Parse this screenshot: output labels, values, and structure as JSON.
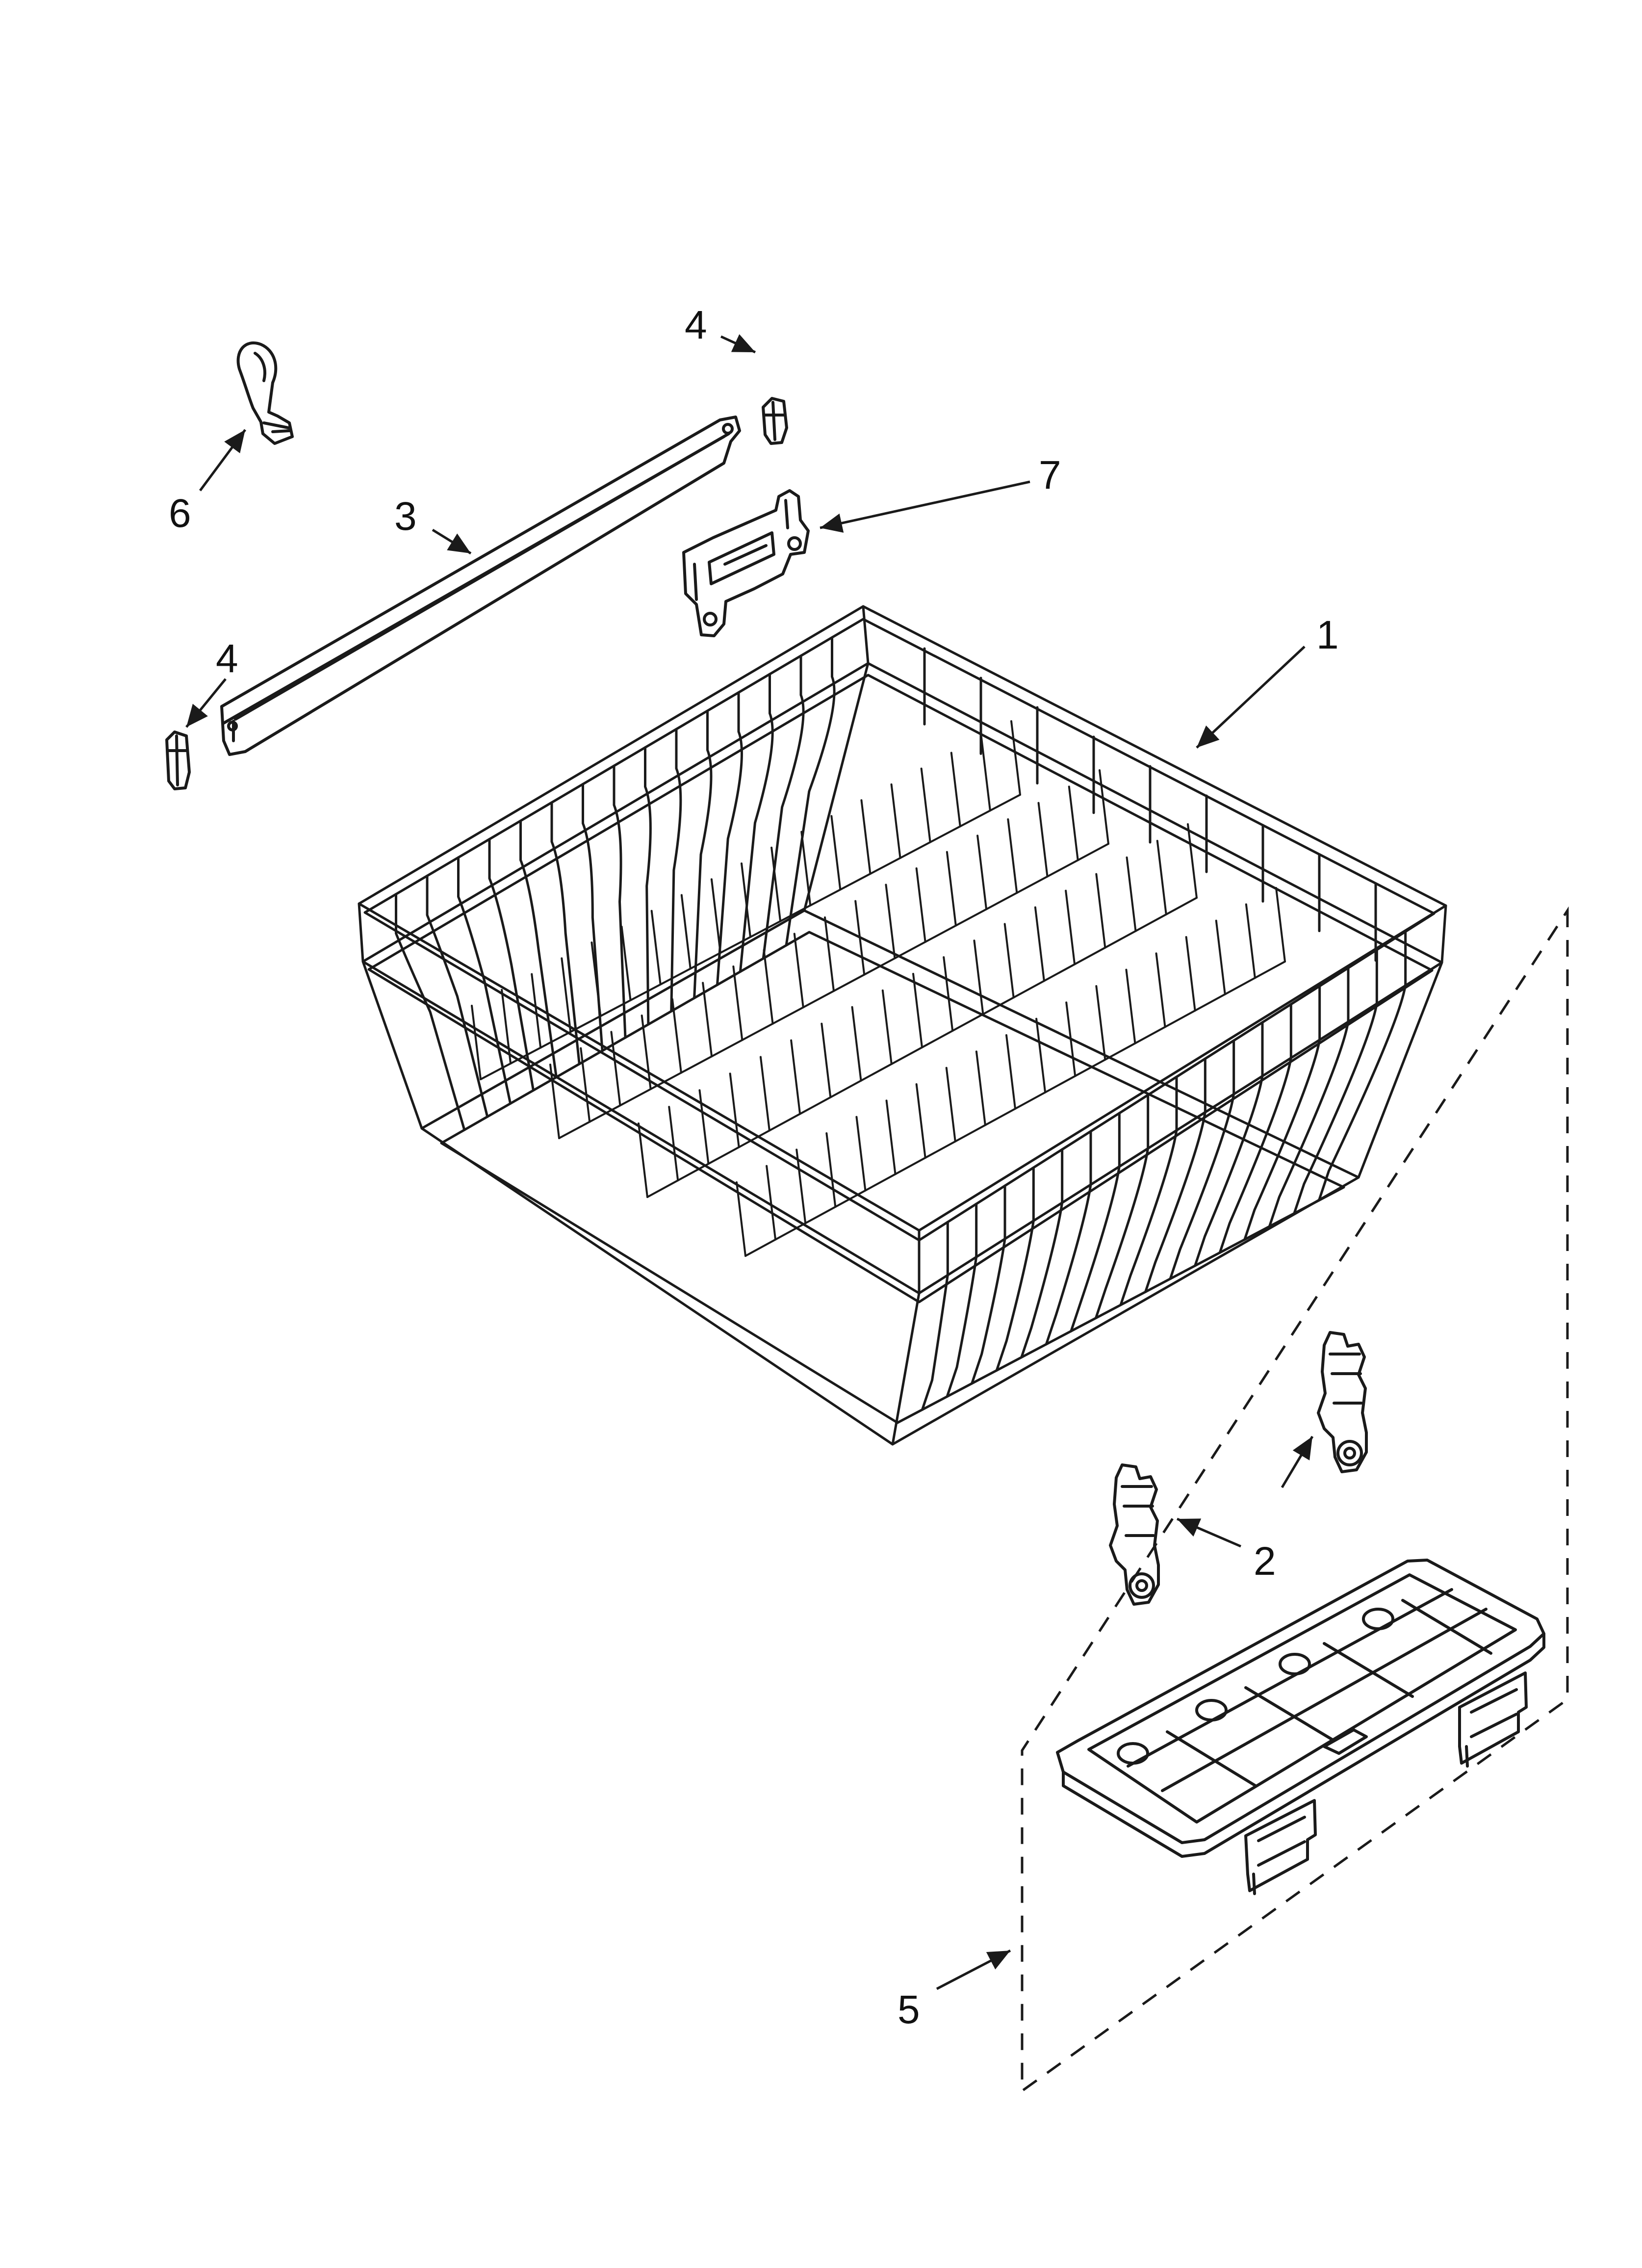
{
  "diagram": {
    "colors": {
      "ink": "#1a1a1a",
      "background": "#ffffff"
    },
    "callouts": {
      "rack": "1",
      "adjuster_right": "2",
      "track": "3",
      "stop_top": "4",
      "stop_left": "4",
      "shelf_kit": "5",
      "clip": "6",
      "bracket": "7"
    }
  }
}
